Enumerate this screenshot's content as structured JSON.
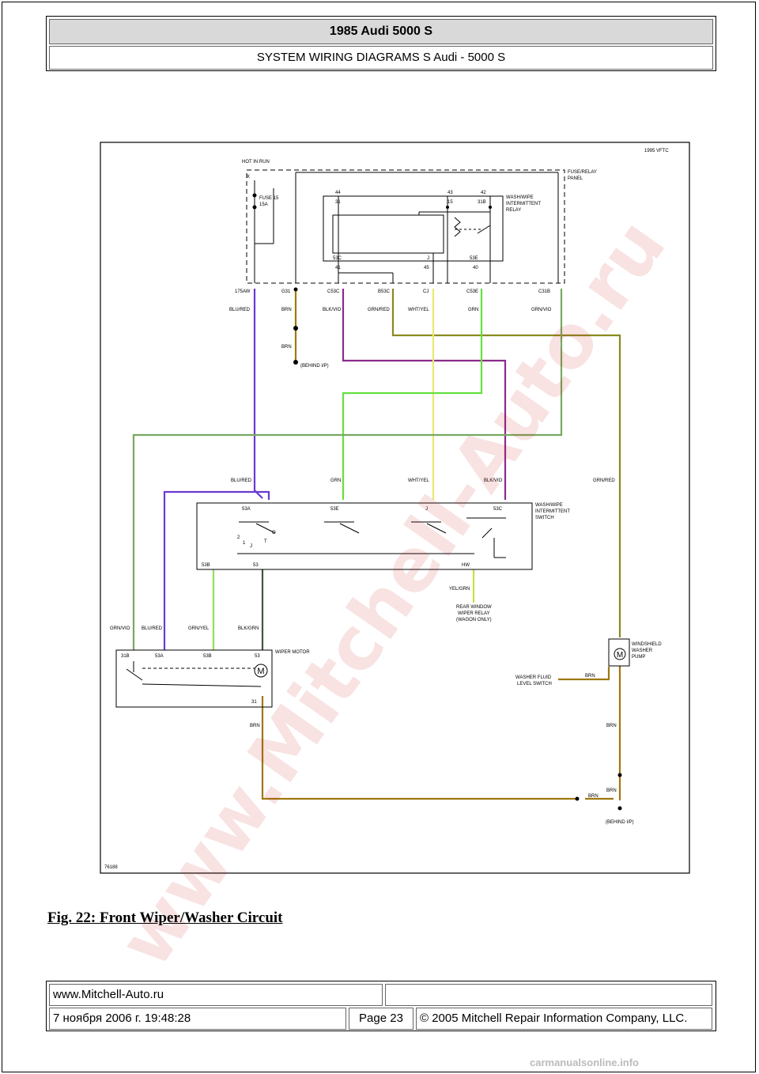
{
  "header": {
    "title": "1985 Audi 5000 S",
    "subtitle": "SYSTEM WIRING DIAGRAMS S Audi - 5000 S"
  },
  "diagram": {
    "copyright": "1995 VFTC",
    "figure_number": "76188",
    "hot_in_run": "HOT IN RUN",
    "x_label": "X",
    "fuse": "FUSE 15",
    "fuse_rating": "15A",
    "panel": [
      "FUSE/RELAY",
      "PANEL"
    ],
    "relay": [
      "WASH/WIPE",
      "INTERMITTENT",
      "RELAY"
    ],
    "relay_pins_top": [
      "44",
      "43",
      "42"
    ],
    "relay_pins_inner_top": [
      "31",
      "15",
      "31B"
    ],
    "relay_pins_inner_bottom": [
      "53C",
      "J",
      "53E"
    ],
    "relay_pins_bottom": [
      "41",
      "45",
      "40"
    ],
    "connectors": [
      "175AW",
      "G31",
      "C53C",
      "B53C",
      "CJ",
      "C53E",
      "C31B"
    ],
    "upper_wires": [
      "BLU/RED",
      "BRN",
      "BLK/VIO",
      "GRN/RED",
      "WHT/YEL",
      "GRN",
      "GRN/VIO"
    ],
    "brn_lower": "BRN",
    "behind_ip_1": "(BEHIND I/P)",
    "switch_wires": [
      "BLU/RED",
      "GRN",
      "WHT/YEL",
      "BLK/VIO",
      "GRN/RED"
    ],
    "switch": [
      "WASH/WIPE",
      "INTERMITTENT",
      "SWITCH"
    ],
    "switch_pins_top": [
      "53A",
      "53E",
      "J",
      "53C"
    ],
    "switch_pins_bottom": [
      "53B",
      "53",
      "HW"
    ],
    "switch_positions": [
      "2",
      "1",
      "J",
      "T",
      "O"
    ],
    "hw_wire": "YEL/GRN",
    "rear_relay": [
      "REAR WINDOW",
      "WIPER RELAY",
      "(WAGON ONLY)"
    ],
    "motor_wires": [
      "GRN/VIO",
      "BLU/RED",
      "GRN/YEL",
      "BLK/GRN"
    ],
    "motor": "WIPER MOTOR",
    "motor_pins": [
      "31B",
      "53A",
      "53B",
      "53",
      "31"
    ],
    "motor_symbol": "M",
    "pump": [
      "WINDSHIELD",
      "WASHER",
      "PUMP"
    ],
    "level_switch": [
      "WASHER FLUID",
      "LEVEL SWITCH"
    ],
    "brn_labels": [
      "BRN",
      "BRN",
      "BRN",
      "BRN",
      "BRN"
    ],
    "behind_ip_2": "(BEHIND I/P)"
  },
  "caption": "Fig. 22: Front Wiper/Washer Circuit",
  "footer": {
    "website": "www.Mitchell-Auto.ru",
    "date": "7 ноября 2006 г. 19:48:28",
    "page": "Page 23",
    "copyright": "© 2005 Mitchell Repair Information Company, LLC."
  },
  "watermark": "www.Mitchell-Auto.ru",
  "site_mark": "carmanualsonline.info",
  "colors": {
    "blu_red": "#6a3bd1",
    "brn": "#a07810",
    "blk_vio": "#8a2b8a",
    "grn_red": "#8a8a20",
    "wht_yel": "#e8e870",
    "grn": "#66e040",
    "grn_vio": "#78a860",
    "grn_yel": "#90e060",
    "blk_grn": "#405838",
    "yel_grn": "#c8e040"
  }
}
